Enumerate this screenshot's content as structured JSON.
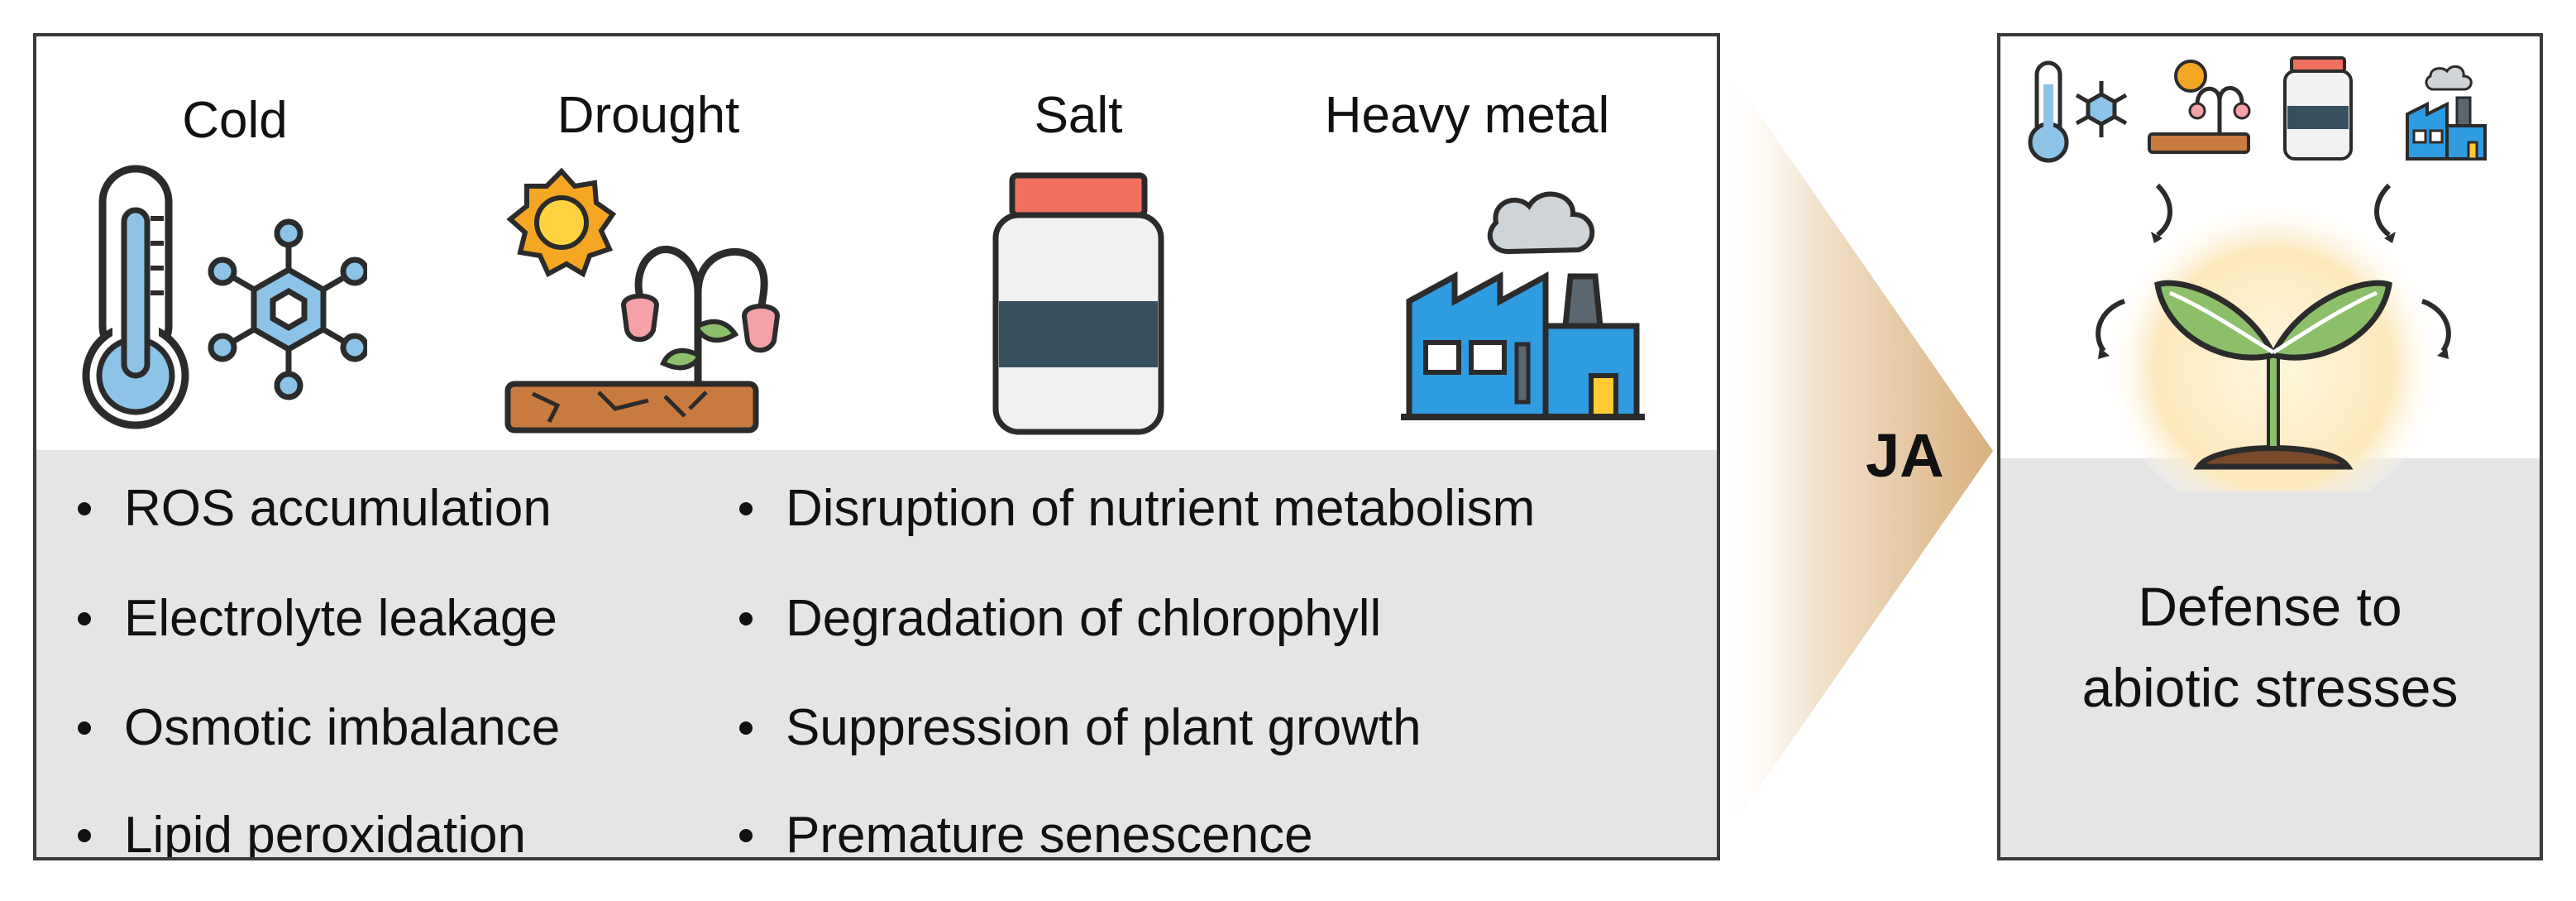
{
  "stressors": [
    {
      "label": "Cold",
      "icon": "cold-thermometer-snowflake-icon"
    },
    {
      "label": "Drought",
      "icon": "drought-wilting-plant-icon"
    },
    {
      "label": "Salt",
      "icon": "salt-jar-icon"
    },
    {
      "label": "Heavy metal",
      "icon": "factory-pollution-icon"
    }
  ],
  "effects": {
    "left": [
      "ROS accumulation",
      "Electrolyte leakage",
      "Osmotic imbalance",
      "Lipid peroxidation"
    ],
    "right": [
      "Disruption of nutrient metabolism",
      "Degradation of chlorophyll",
      "Suppression of plant growth",
      "Premature senescence"
    ]
  },
  "arrow_label": "JA",
  "result": {
    "line1": "Defense to",
    "line2": "abiotic stresses",
    "icon": "resilient-seedling-icon"
  },
  "colors": {
    "panel_gray": "#e5e5e5",
    "arrow_tan": "#d9b07f",
    "outline": "#3a3a3a",
    "ice_blue": "#8cc3e6",
    "sun_orange": "#f5a623",
    "soil_brown": "#c97a3e",
    "jar_lid": "#f07060",
    "jar_band": "#37505e",
    "factory_blue": "#2f9be0",
    "leaf_green": "#8cbf6a"
  }
}
